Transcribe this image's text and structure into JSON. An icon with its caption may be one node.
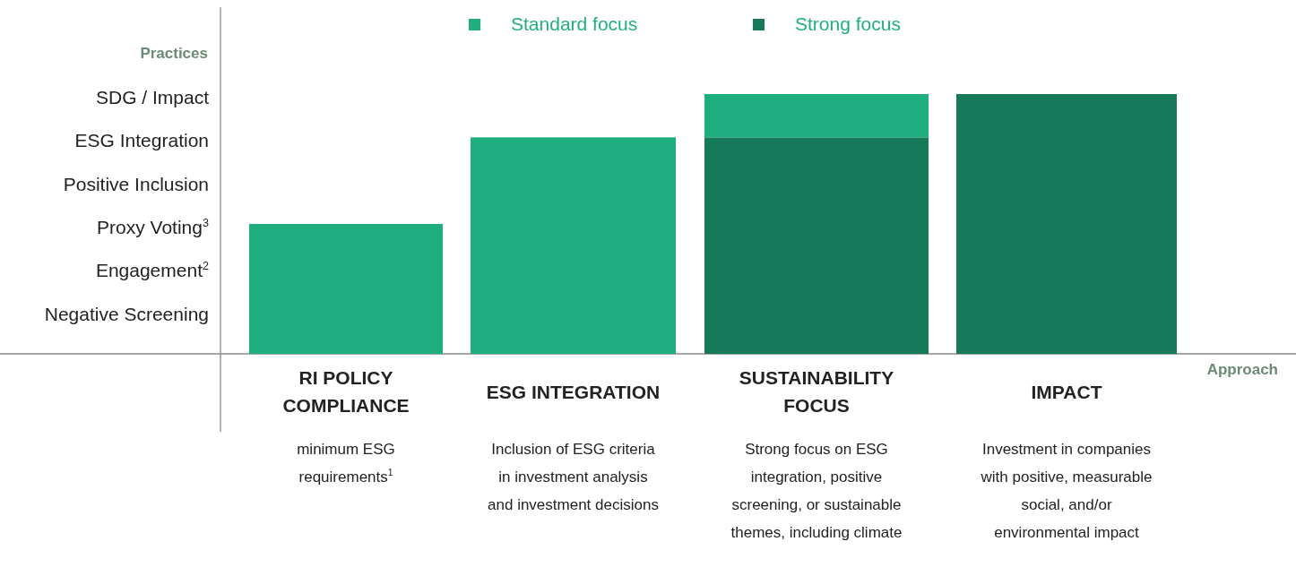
{
  "diagram": {
    "labels": [
      "minimum ESG requirements$^{1}$",
      "Inclusion of ESG criteria in investment analysis and investment decisions",
      "Strong focus on ESG integration, positive screening, or sustainable themes, including climate",
      "Investment in companies with positive, measurable social, and/or environmental impact"
    ],
    "chart_data": {
      "type": "bar",
      "stacked": true,
      "legend": true,
      "orientation": "vertical",
      "xlabel": "Approach",
      "ylabel": "Practices",
      "categories": [
        "RI POLICY COMPLIANCE",
        "ESG INTEGRATION",
        "SUSTAINABILITY FOCUS",
        "IMPACT"
      ],
      "series": [
        {
          "name": "Standard focus",
          "color": "#1fae80",
          "values": [
            3,
            5,
            1,
            0
          ]
        },
        {
          "name": "Strong focus",
          "color": "#16795a",
          "values": [
            0,
            0,
            5,
            6
          ]
        }
      ],
      "ylim": [
        -1.8,
        8
      ],
      "yticks": [
        {
          "value": 1,
          "label": "Negative Screening"
        },
        {
          "value": 2,
          "label": "Engagement$^{2}$"
        },
        {
          "value": 3,
          "label": "Proxy Voting$^{3}$"
        },
        {
          "value": 4,
          "label": "Positive Inclusion"
        },
        {
          "value": 5,
          "label": "ESG Integration"
        },
        {
          "value": 6,
          "label": "SDG / Impact"
        }
      ]
    }
  }
}
